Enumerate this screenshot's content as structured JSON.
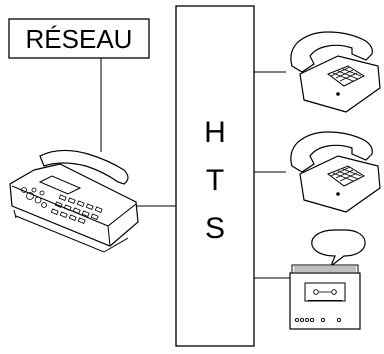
{
  "network": {
    "label": "RÉSEAU"
  },
  "hub": {
    "letters": [
      "H",
      "T",
      "S"
    ]
  },
  "devices": [
    {
      "icon": "telephone-icon"
    },
    {
      "icon": "telephone-icon"
    },
    {
      "icon": "answering-machine-icon"
    },
    {
      "icon": "fax-machine-icon"
    }
  ]
}
